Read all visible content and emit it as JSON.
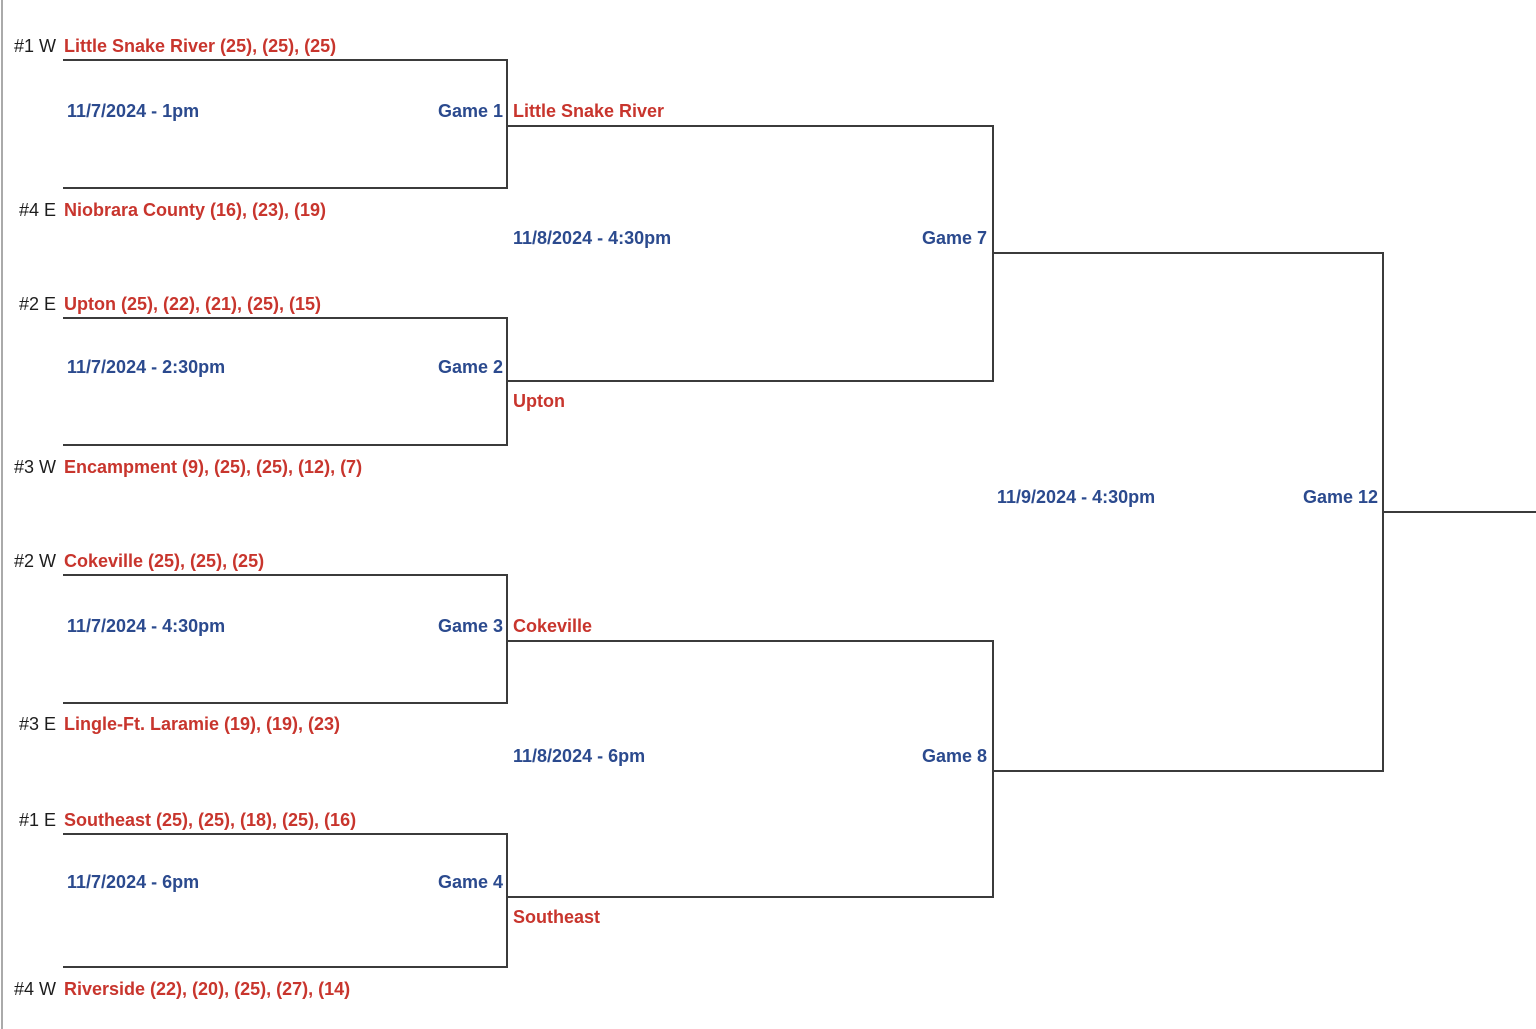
{
  "page": {
    "background": "#ffffff",
    "colors": {
      "line-color": "#3b3b3b",
      "team-color": "#c8352d",
      "info-color": "#2b4a8e",
      "seed-color": "#1d1d1d"
    }
  },
  "round1_games": [
    {
      "game_label": "Game 1",
      "schedule": "11/7/2024 - 1pm",
      "top_seed": "#1 W",
      "top_team": "Little Snake River (25), (25), (25)",
      "bottom_seed": "#4 E",
      "bottom_team": "Niobrara County (16), (23), (19)",
      "winner": "Little Snake River"
    },
    {
      "game_label": "Game 2",
      "schedule": "11/7/2024 - 2:30pm",
      "top_seed": "#2 E",
      "top_team": "Upton (25), (22), (21), (25), (15)",
      "bottom_seed": "#3 W",
      "bottom_team": "Encampment (9), (25), (25), (12), (7)",
      "winner": "Upton"
    },
    {
      "game_label": "Game 3",
      "schedule": "11/7/2024 - 4:30pm",
      "top_seed": "#2 W",
      "top_team": "Cokeville (25), (25), (25)",
      "bottom_seed": "#3 E",
      "bottom_team": "Lingle-Ft. Laramie (19), (19), (23)",
      "winner": "Cokeville"
    },
    {
      "game_label": "Game 4",
      "schedule": "11/7/2024 - 6pm",
      "top_seed": "#1 E",
      "top_team": "Southeast (25), (25), (18), (25), (16)",
      "bottom_seed": "#4 W",
      "bottom_team": "Riverside (22), (20), (25), (27), (14)",
      "winner": "Southeast"
    }
  ],
  "semifinal_games": [
    {
      "game_label": "Game 7",
      "schedule": "11/8/2024 - 4:30pm"
    },
    {
      "game_label": "Game 8",
      "schedule": "11/8/2024 - 6pm"
    }
  ],
  "final_game": {
    "game_label": "Game 12",
    "schedule": "11/9/2024 - 4:30pm"
  }
}
